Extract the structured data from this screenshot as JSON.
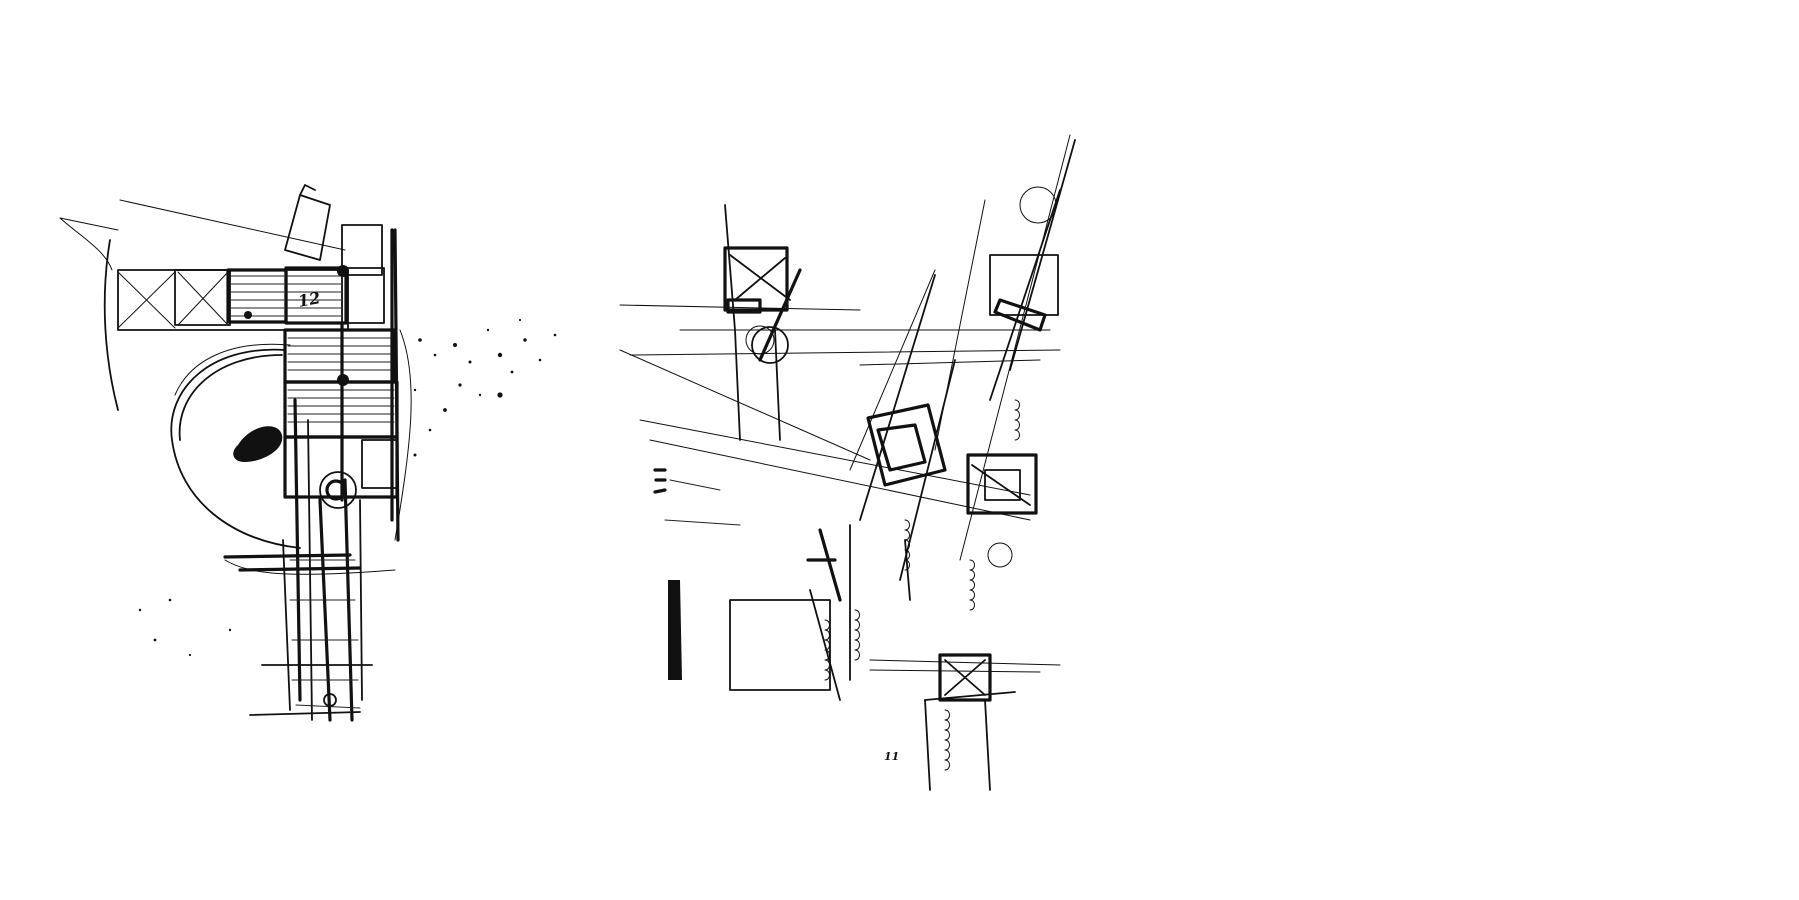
{
  "sketches": [
    {
      "id": "left",
      "annotations": [
        {
          "text": "12"
        }
      ]
    },
    {
      "id": "middle",
      "annotations": [
        {
          "text": "11"
        }
      ]
    },
    {
      "id": "right",
      "annotations": []
    }
  ]
}
